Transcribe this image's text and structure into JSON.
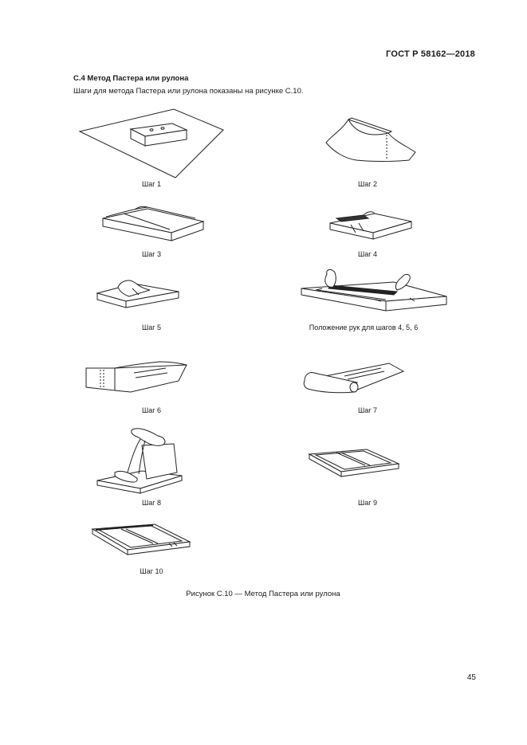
{
  "header": {
    "standard": "ГОСТ Р 58162—2018"
  },
  "section": {
    "title": "С.4  Метод Пастера или рулона",
    "intro": "Шаги для метода Пастера или рулона показаны на рисунке С.10."
  },
  "steps": [
    {
      "label": "Шаг 1"
    },
    {
      "label": "Шаг 2"
    },
    {
      "label": "Шаг 3"
    },
    {
      "label": "Шаг 4"
    },
    {
      "label": "Шаг 5"
    },
    {
      "label": "Положение рук для шагов 4, 5, 6"
    },
    {
      "label": "Шаг 6"
    },
    {
      "label": "Шаг 7"
    },
    {
      "label": "Шаг 8"
    },
    {
      "label": "Шаг 9"
    },
    {
      "label": "Шаг 10"
    }
  ],
  "figure": {
    "caption": "Рисунок С.10 — Метод Пастера или рулона"
  },
  "footer": {
    "page_number": "45"
  }
}
